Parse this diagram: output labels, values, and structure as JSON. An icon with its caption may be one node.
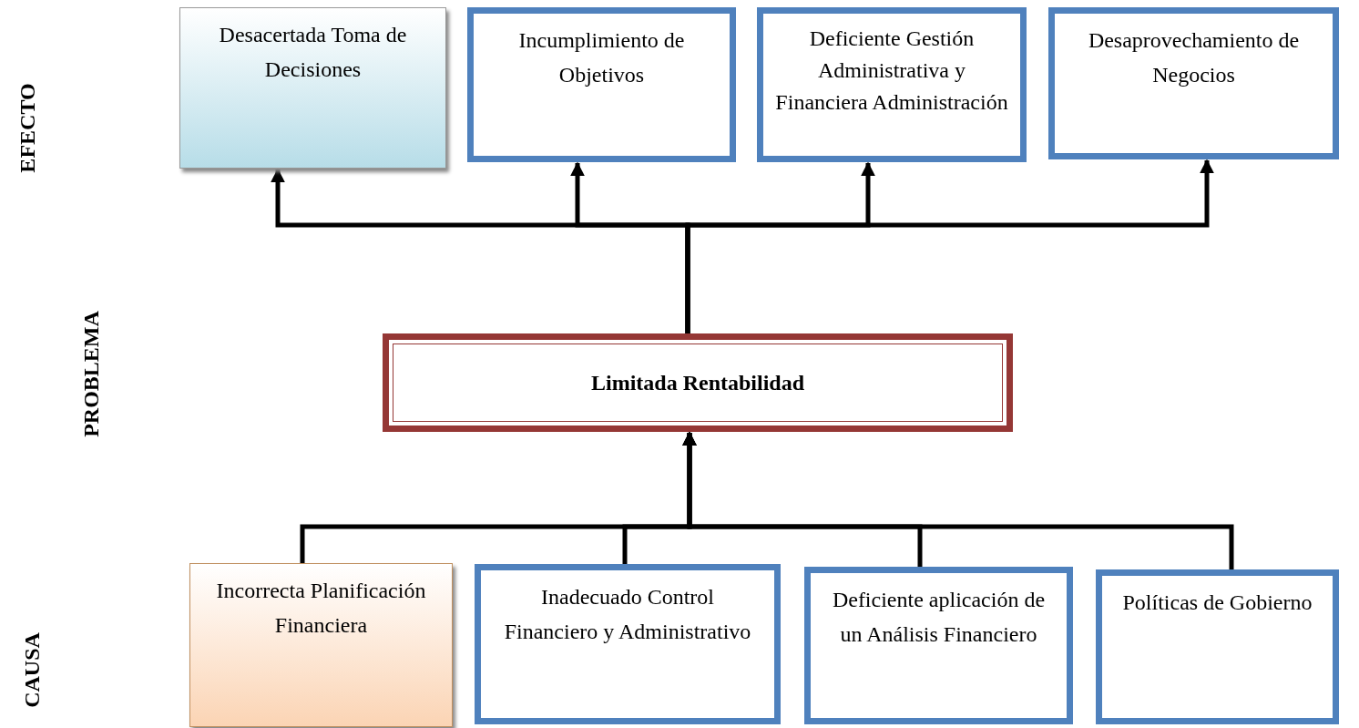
{
  "diagram": {
    "nodes": [
      {
        "text": [
          "Desacertada Toma de Decisiones"
        ]
      },
      {
        "text": [
          "Incumplimiento de Objetivos"
        ]
      },
      {
        "text": [
          "Deficiente Gestión Administrativa y Financiera Administración"
        ]
      },
      {
        "text": [
          "Desaprovechamiento de Negocios"
        ]
      },
      {
        "text": [
          "Limitada Rentabilidad"
        ]
      },
      {
        "text": [
          "Incorrecta Planificación Financiera"
        ]
      },
      {
        "text": [
          "Inadecuado Control Financiero y Administrativo"
        ]
      },
      {
        "text": [
          "Deficiente aplicación de un Análisis Financiero"
        ]
      },
      {
        "text": [
          "Políticas de Gobierno"
        ]
      }
    ],
    "edges": [
      {
        "from": 4,
        "to": 0,
        "arrow": "to"
      },
      {
        "from": 4,
        "to": 1,
        "arrow": "to"
      },
      {
        "from": 4,
        "to": 2,
        "arrow": "to"
      },
      {
        "from": 4,
        "to": 3,
        "arrow": "to"
      },
      {
        "from": 5,
        "to": 4,
        "arrow": "to"
      },
      {
        "from": 6,
        "to": 4,
        "arrow": "to"
      },
      {
        "from": 7,
        "to": 4,
        "arrow": "to"
      },
      {
        "from": 8,
        "to": 4,
        "arrow": "to"
      }
    ],
    "labels": [
      "EFECTO",
      "PROBLEMA",
      "CAUSA"
    ]
  }
}
